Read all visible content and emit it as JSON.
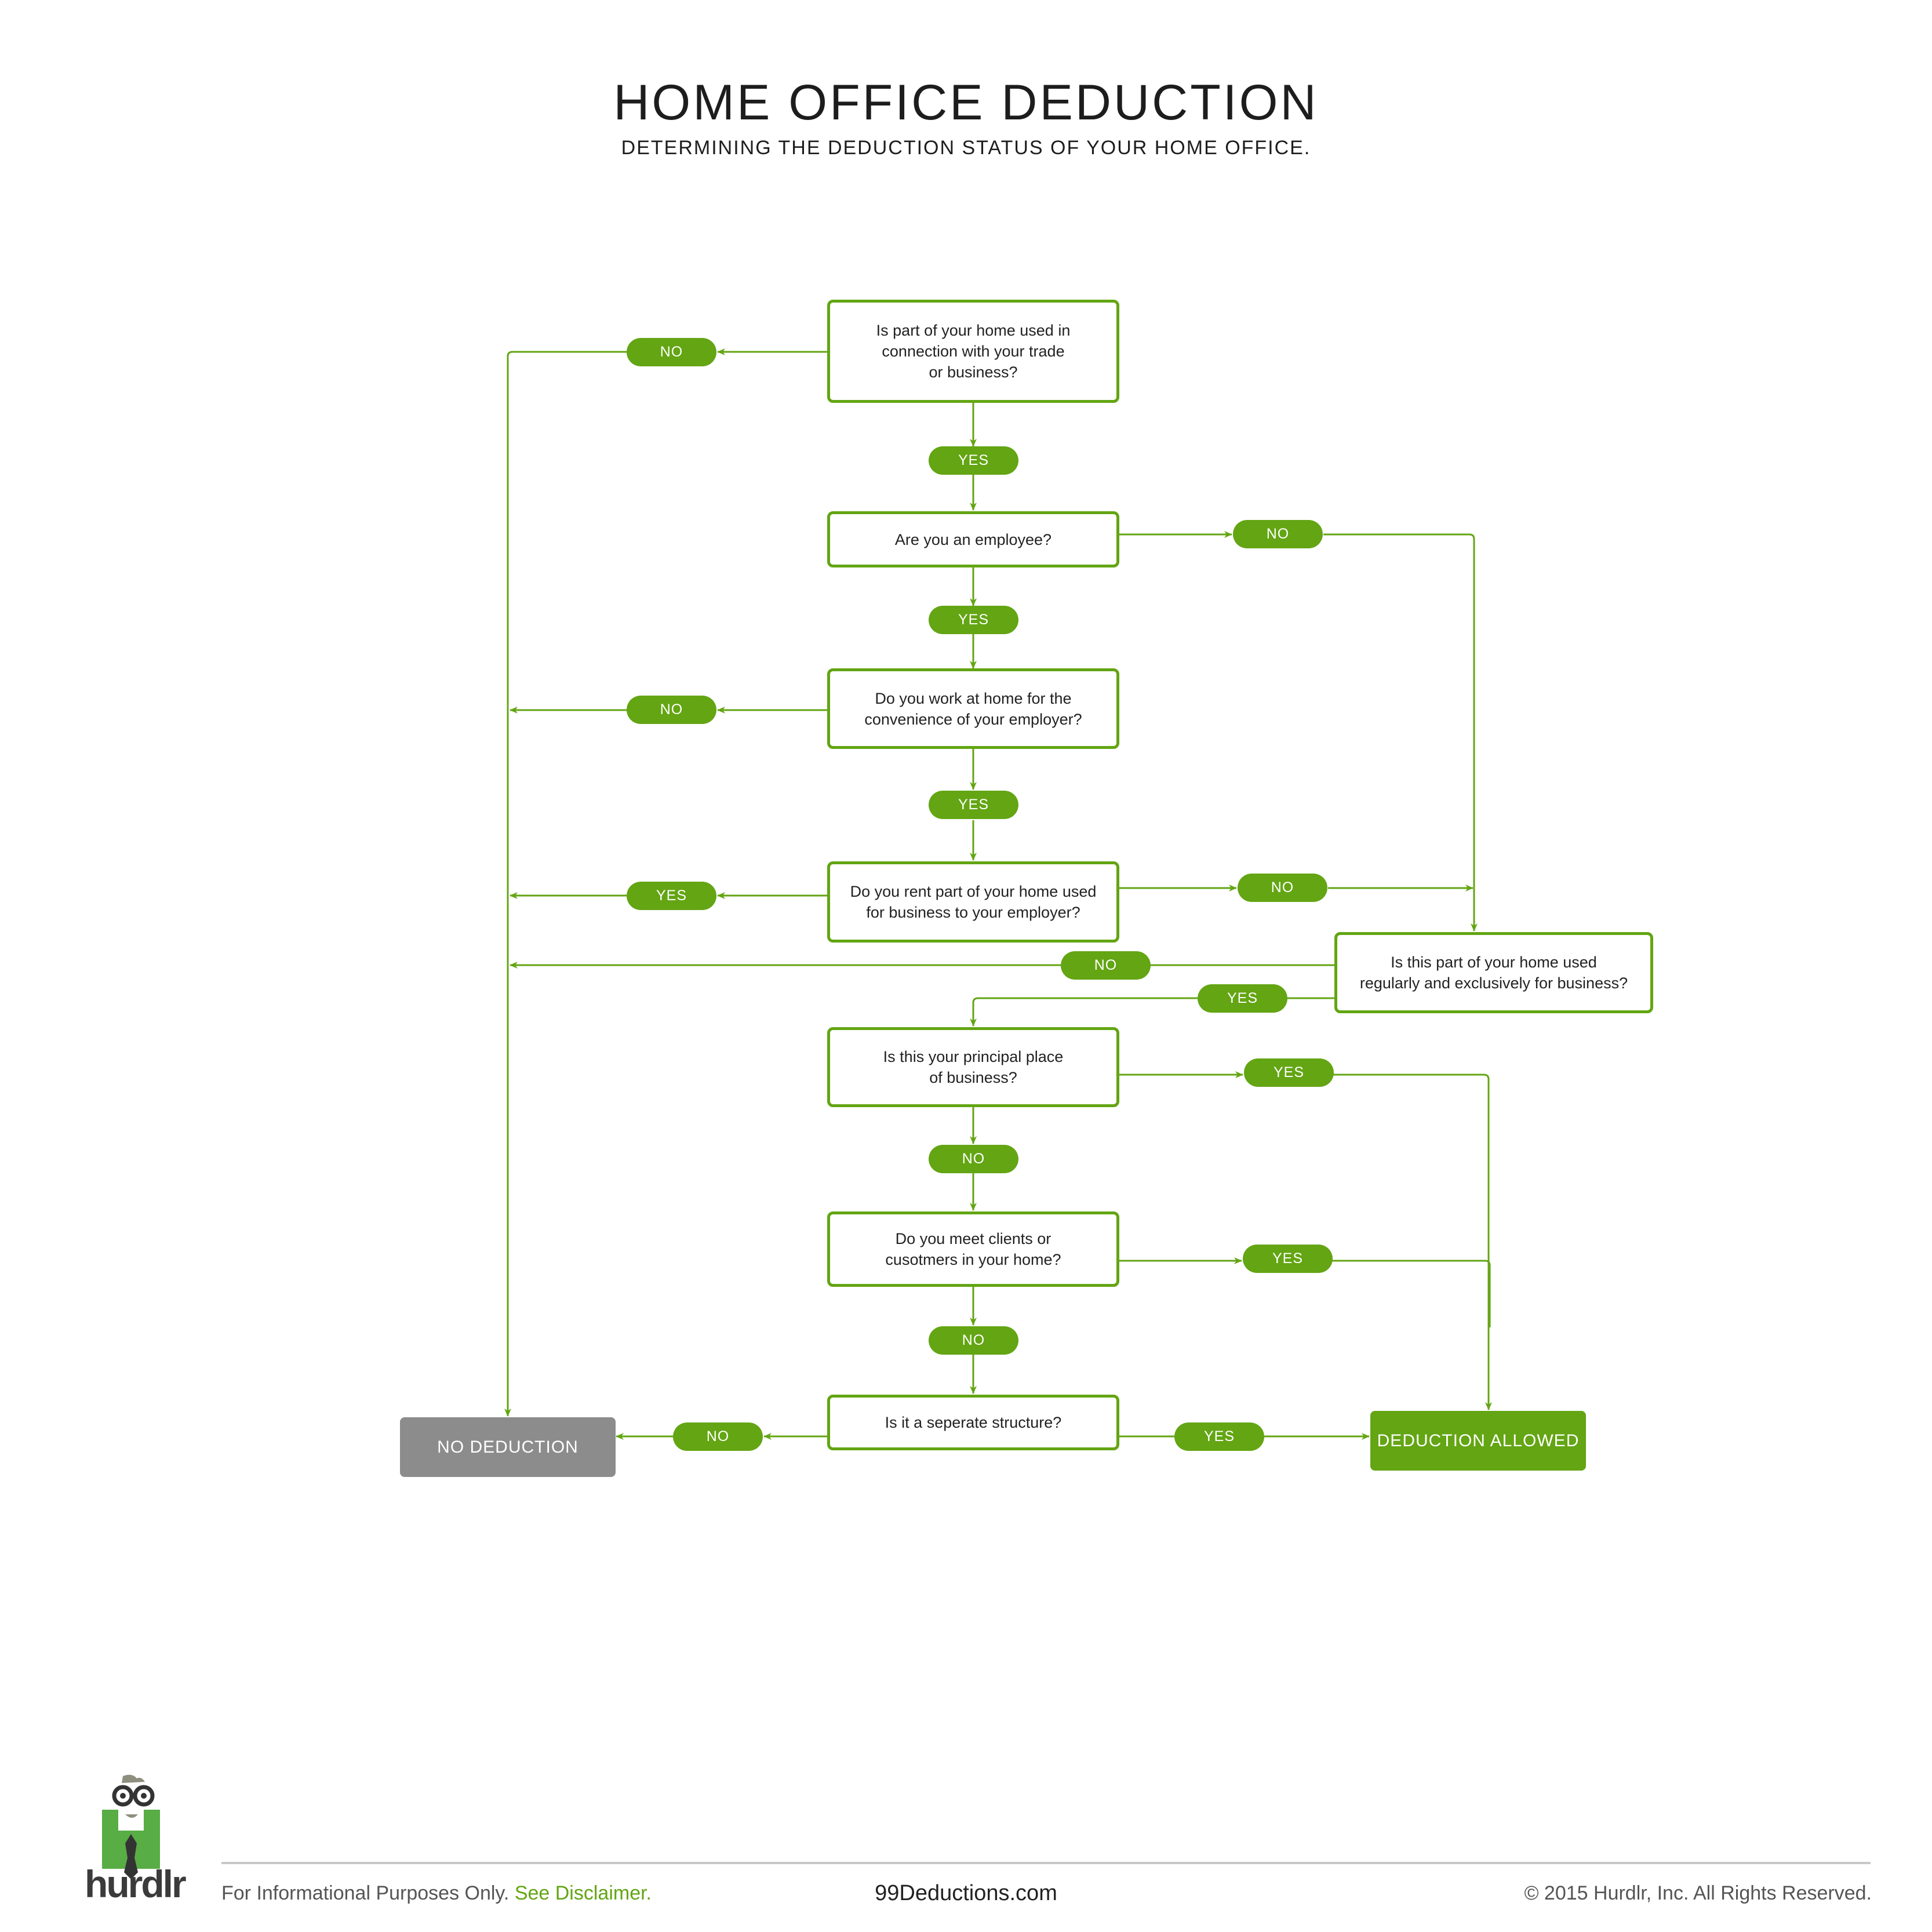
{
  "header": {
    "title": "HOME OFFICE DEDUCTION",
    "subtitle": "DETERMINING THE DEDUCTION STATUS OF YOUR HOME OFFICE."
  },
  "colors": {
    "accent": "#63a513",
    "no_deduction": "#8c8c8c",
    "text": "#222222",
    "divider": "#c8c8c8"
  },
  "flowchart": {
    "questions": [
      {
        "id": "q1",
        "text": "Is part of your home used in\nconnection with your trade\nor business?"
      },
      {
        "id": "q2",
        "text": "Are you an employee?"
      },
      {
        "id": "q3",
        "text": "Do you work at home for the\nconvenience of your employer?"
      },
      {
        "id": "q4",
        "text": "Do you rent part of your home used\nfor business to your employer?"
      },
      {
        "id": "q5",
        "text": "Is this part of your home used\nregularly and exclusively for business?"
      },
      {
        "id": "q6",
        "text": "Is this your principal place\nof business?"
      },
      {
        "id": "q7",
        "text": "Do you meet clients or\ncusotmers in your home?"
      },
      {
        "id": "q8",
        "text": "Is it a seperate structure?"
      }
    ],
    "answers": [
      {
        "from": "q1",
        "label": "NO",
        "to": "no_deduction"
      },
      {
        "from": "q1",
        "label": "YES",
        "to": "q2"
      },
      {
        "from": "q2",
        "label": "NO",
        "to": "q5"
      },
      {
        "from": "q2",
        "label": "YES",
        "to": "q3"
      },
      {
        "from": "q3",
        "label": "NO",
        "to": "no_deduction"
      },
      {
        "from": "q3",
        "label": "YES",
        "to": "q4"
      },
      {
        "from": "q4",
        "label": "YES",
        "to": "no_deduction"
      },
      {
        "from": "q4",
        "label": "NO",
        "to": "q5"
      },
      {
        "from": "q5",
        "label": "NO",
        "to": "no_deduction"
      },
      {
        "from": "q5",
        "label": "YES",
        "to": "q6"
      },
      {
        "from": "q6",
        "label": "YES",
        "to": "deduction_allowed"
      },
      {
        "from": "q6",
        "label": "NO",
        "to": "q7"
      },
      {
        "from": "q7",
        "label": "YES",
        "to": "deduction_allowed"
      },
      {
        "from": "q7",
        "label": "NO",
        "to": "q8"
      },
      {
        "from": "q8",
        "label": "NO",
        "to": "no_deduction"
      },
      {
        "from": "q8",
        "label": "YES",
        "to": "deduction_allowed"
      }
    ],
    "terminals": {
      "no_deduction": "NO DEDUCTION",
      "deduction_allowed": "DEDUCTION ALLOWED"
    }
  },
  "footer": {
    "logo_text": "hurdlr",
    "info_text": "For Informational Purposes Only.",
    "disclaimer_link": "See Disclaimer.",
    "site": "99Deductions.com",
    "copyright": "© 2015 Hurdlr, Inc. All Rights Reserved."
  }
}
